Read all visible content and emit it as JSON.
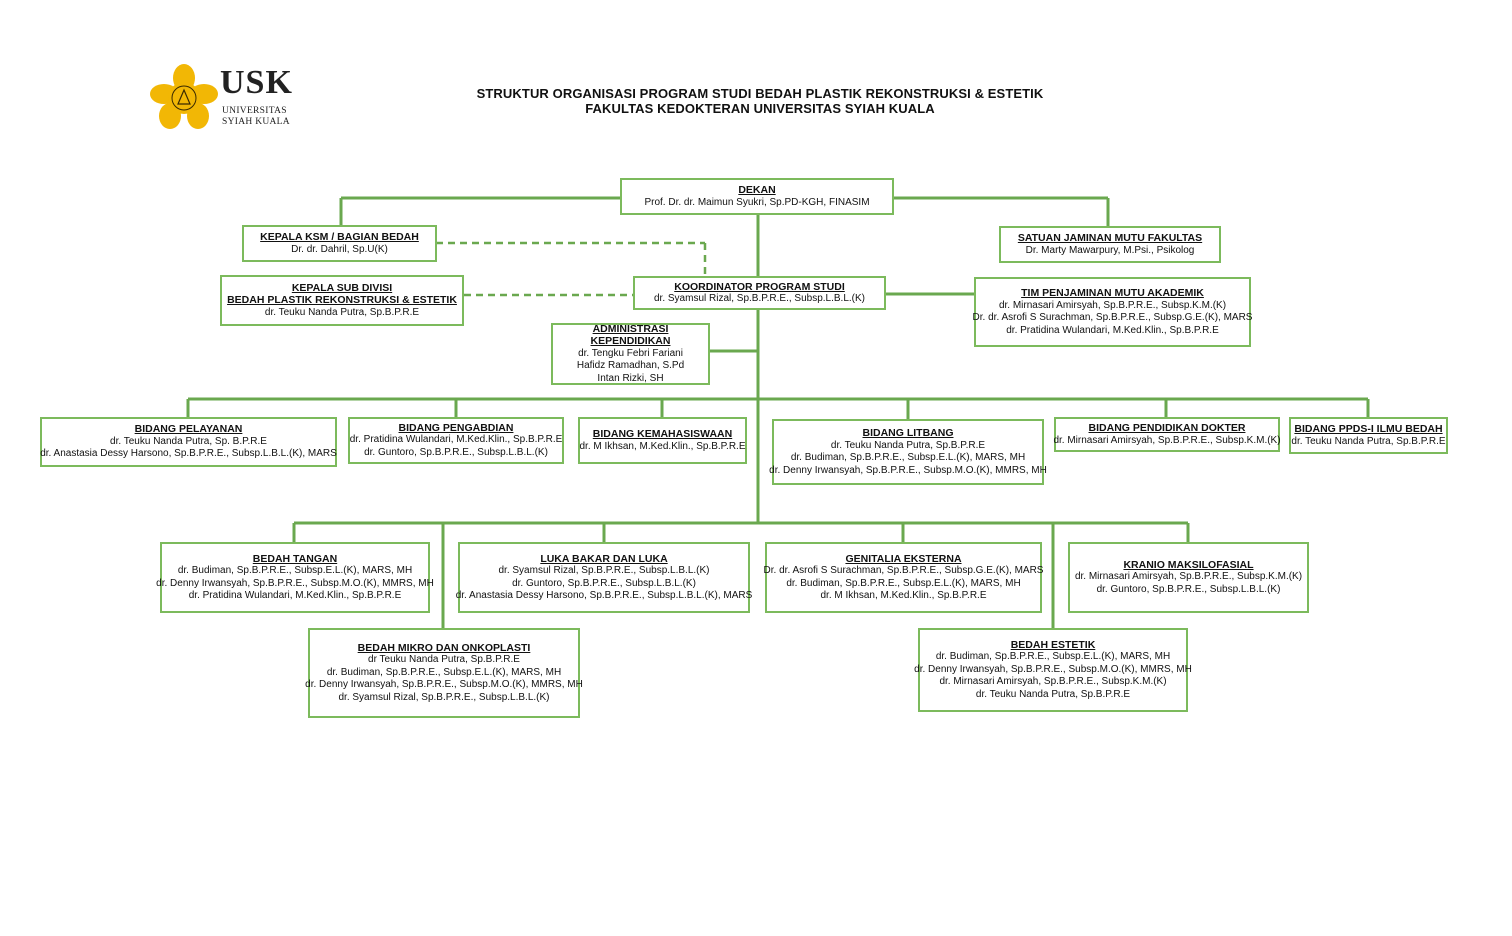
{
  "logo": {
    "abbr": "USK",
    "line1": "UNIVERSITAS",
    "line2": "SYIAH KUALA"
  },
  "header": {
    "title1": "STRUKTUR ORGANISASI PROGRAM STUDI BEDAH PLASTIK REKONSTRUKSI & ESTETIK",
    "title2": "FAKULTAS KEDOKTERAN UNIVERSITAS SYIAH KUALA"
  },
  "colors": {
    "border": "#7cba5c",
    "line": "#6aa84f",
    "logo": "#f2b705"
  },
  "boxes": {
    "dekan": {
      "title": "DEKAN",
      "members": [
        "Prof. Dr. dr. Maimun Syukri, Sp.PD-KGH, FINASIM"
      ]
    },
    "ksm": {
      "title": "KEPALA KSM / BAGIAN BEDAH",
      "members": [
        "Dr. dr. Dahril, Sp.U(K)"
      ]
    },
    "sjm": {
      "title": "SATUAN JAMINAN MUTU FAKULTAS",
      "members": [
        "Dr. Marty Mawarpury, M.Psi., Psikolog"
      ]
    },
    "subdiv": {
      "title": "KEPALA SUB DIVISI",
      "title2": "BEDAH PLASTIK REKONSTRUKSI & ESTETIK",
      "members": [
        "dr. Teuku Nanda Putra, Sp.B.P.R.E"
      ]
    },
    "kps": {
      "title": "KOORDINATOR PROGRAM STUDI",
      "members": [
        "dr. Syamsul Rizal, Sp.B.P.R.E., Subsp.L.B.L.(K)"
      ]
    },
    "tpma": {
      "title": "TIM PENJAMINAN MUTU AKADEMIK",
      "members": [
        "dr. Mirnasari Amirsyah, Sp.B.P.R.E., Subsp.K.M.(K)",
        "Dr. dr. Asrofi S Surachman, Sp.B.P.R.E., Subsp.G.E.(K), MARS",
        "dr. Pratidina Wulandari, M.Ked.Klin., Sp.B.P.R.E"
      ]
    },
    "admin": {
      "title": "ADMINISTRASI KEPENDIDIKAN",
      "members": [
        "dr. Tengku Febri Fariani",
        "Hafidz Ramadhan, S.Pd",
        "Intan Rizki, SH"
      ]
    },
    "pelayanan": {
      "title": "BIDANG PELAYANAN",
      "members": [
        "dr. Teuku Nanda Putra, Sp. B.P.R.E",
        "dr. Anastasia Dessy Harsono, Sp.B.P.R.E., Subsp.L.B.L.(K), MARS"
      ]
    },
    "pengabdian": {
      "title": "BIDANG  PENGABDIAN",
      "members": [
        "dr. Pratidina Wulandari, M.Ked.Klin., Sp.B.P.R.E",
        "dr. Guntoro, Sp.B.P.R.E., Subsp.L.B.L.(K)"
      ]
    },
    "kemahasiswaan": {
      "title": "BIDANG KEMAHASISWAAN",
      "members": [
        "dr. M Ikhsan, M.Ked.Klin., Sp.B.P.R.E"
      ]
    },
    "litbang": {
      "title": "BIDANG LITBANG",
      "members": [
        "dr. Teuku Nanda Putra, Sp.B.P.R.E",
        "dr. Budiman, Sp.B.P.R.E., Subsp.E.L.(K), MARS, MH",
        "dr. Denny Irwansyah, Sp.B.P.R.E., Subsp.M.O.(K), MMRS, MH"
      ]
    },
    "pendidikan": {
      "title": "BIDANG PENDIDIKAN DOKTER",
      "members": [
        "dr. Mirnasari Amirsyah, Sp.B.P.R.E., Subsp.K.M.(K)"
      ]
    },
    "ppds": {
      "title": "BIDANG PPDS-I ILMU BEDAH",
      "members": [
        "dr. Teuku Nanda Putra, Sp.B.P.R.E"
      ]
    },
    "tangan": {
      "title": "BEDAH TANGAN",
      "members": [
        "dr. Budiman, Sp.B.P.R.E., Subsp.E.L.(K), MARS, MH",
        "dr. Denny Irwansyah, Sp.B.P.R.E., Subsp.M.O.(K), MMRS, MH",
        "dr. Pratidina Wulandari, M.Ked.Klin., Sp.B.P.R.E"
      ]
    },
    "luka": {
      "title": "LUKA BAKAR DAN LUKA",
      "members": [
        "dr. Syamsul Rizal, Sp.B.P.R.E., Subsp.L.B.L.(K)",
        "dr. Guntoro, Sp.B.P.R.E., Subsp.L.B.L.(K)",
        "dr. Anastasia Dessy Harsono, Sp.B.P.R.E., Subsp.L.B.L.(K), MARS"
      ]
    },
    "genitalia": {
      "title": "GENITALIA EKSTERNA",
      "members": [
        "Dr. dr. Asrofi S Surachman, Sp.B.P.R.E., Subsp.G.E.(K), MARS",
        "dr. Budiman, Sp.B.P.R.E., Subsp.E.L.(K), MARS, MH",
        "dr. M Ikhsan, M.Ked.Klin., Sp.B.P.R.E"
      ]
    },
    "kranio": {
      "title": "KRANIO MAKSILOFASIAL",
      "members": [
        "dr. Mirnasari Amirsyah, Sp.B.P.R.E., Subsp.K.M.(K)",
        "dr. Guntoro, Sp.B.P.R.E., Subsp.L.B.L.(K)"
      ]
    },
    "mikro": {
      "title": "BEDAH MIKRO DAN ONKOPLASTI",
      "members": [
        "dr Teuku Nanda Putra, Sp.B.P.R.E",
        "dr. Budiman, Sp.B.P.R.E., Subsp.E.L.(K), MARS, MH",
        "dr. Denny Irwansyah, Sp.B.P.R.E., Subsp.M.O.(K), MMRS, MH",
        "dr. Syamsul Rizal, Sp.B.P.R.E., Subsp.L.B.L.(K)"
      ]
    },
    "estetik": {
      "title": "BEDAH ESTETIK",
      "members": [
        "dr. Budiman, Sp.B.P.R.E., Subsp.E.L.(K), MARS, MH",
        "dr. Denny Irwansyah, Sp.B.P.R.E., Subsp.M.O.(K), MMRS, MH",
        "dr. Mirnasari Amirsyah, Sp.B.P.R.E., Subsp.K.M.(K)",
        "dr. Teuku Nanda Putra, Sp.B.P.R.E"
      ]
    }
  }
}
